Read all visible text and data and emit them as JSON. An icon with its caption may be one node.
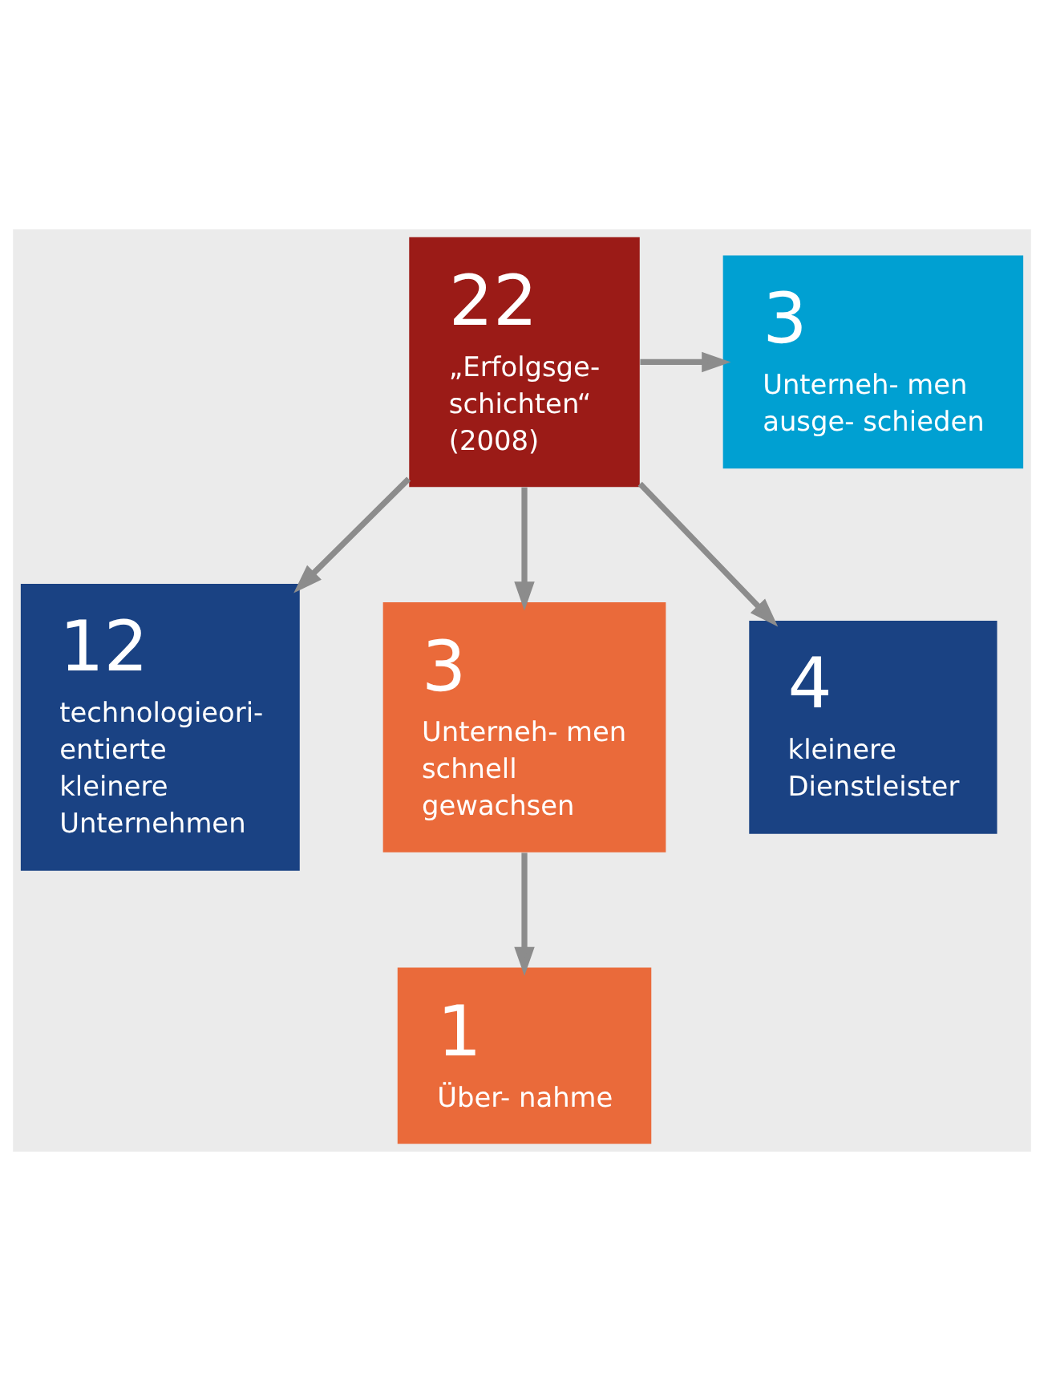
{
  "diagram": {
    "nodes": [
      {
        "text": [
          "22",
          "„Erfolgsge- schichten“ (2008)"
        ]
      },
      {
        "text": [
          "3",
          "Unterneh- men ausge- schieden"
        ]
      },
      {
        "text": [
          "12",
          "technologieori- entierte kleinere Unternehmen"
        ]
      },
      {
        "text": [
          "3",
          "Unterneh- men schnell gewachsen"
        ]
      },
      {
        "text": [
          "4",
          "kleinere Dienstleister"
        ]
      },
      {
        "text": [
          "1",
          "Über- nahme"
        ]
      }
    ],
    "edges": [
      {
        "from": 0,
        "to": 1,
        "arrow": "to"
      },
      {
        "from": 0,
        "to": 2,
        "arrow": "to"
      },
      {
        "from": 0,
        "to": 3,
        "arrow": "to"
      },
      {
        "from": 0,
        "to": 4,
        "arrow": "to"
      },
      {
        "from": 3,
        "to": 5,
        "arrow": "to"
      }
    ]
  }
}
